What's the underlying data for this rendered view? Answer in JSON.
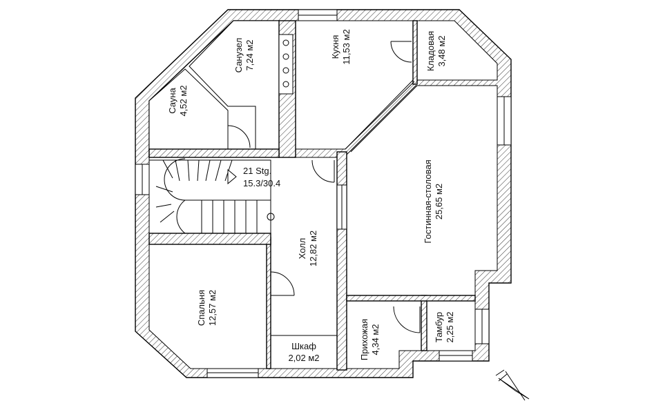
{
  "rooms": {
    "sanuzel": {
      "name": "Санузел",
      "area": "7,24 м2"
    },
    "kuhnya": {
      "name": "Кухня",
      "area": "11,53 м2"
    },
    "kladovaya": {
      "name": "Кладовая",
      "area": "3,48 м2"
    },
    "sauna": {
      "name": "Сауна",
      "area": "4,52 м2"
    },
    "gostinaya": {
      "name": "Гостинная-столовая",
      "area": "25,65 м2"
    },
    "holl": {
      "name": "Холл",
      "area": "12,82 м2"
    },
    "spalnya": {
      "name": "Спальня",
      "area": "12,57 м2"
    },
    "prihozhaya": {
      "name": "Прихожая",
      "area": "4,34 м2"
    },
    "tambur": {
      "name": "Тамбур",
      "area": "2,25 м2"
    },
    "shkaf": {
      "name": "Шкаф",
      "area": "2,02 м2"
    }
  },
  "stairs": {
    "label": "21 Stg.",
    "dims": "15.3/30.4"
  },
  "north": {
    "symbol": "compass-arrow-icon"
  }
}
